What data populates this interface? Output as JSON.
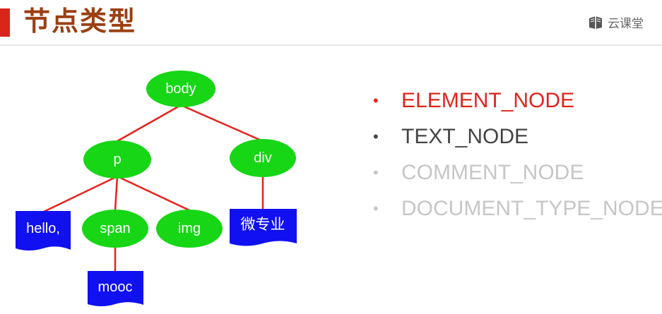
{
  "header": {
    "title": "节点类型",
    "brand": "云课堂",
    "brand_icon": "book-icon"
  },
  "tree": {
    "nodes": {
      "body": "body",
      "p": "p",
      "div": "div",
      "hello": "hello,",
      "span": "span",
      "img": "img",
      "weizhuanye": "微专业",
      "mooc": "mooc"
    },
    "colors": {
      "element": "#16d616",
      "text": "#1010f0",
      "edge": "#e5231b"
    }
  },
  "node_types": {
    "items": [
      {
        "label": "ELEMENT_NODE",
        "color": "#e0251b"
      },
      {
        "label": "TEXT_NODE",
        "color": "#444444"
      },
      {
        "label": "COMMENT_NODE",
        "color": "#c6c6c6"
      },
      {
        "label": "DOCUMENT_TYPE_NODE",
        "color": "#c6c6c6"
      }
    ]
  }
}
